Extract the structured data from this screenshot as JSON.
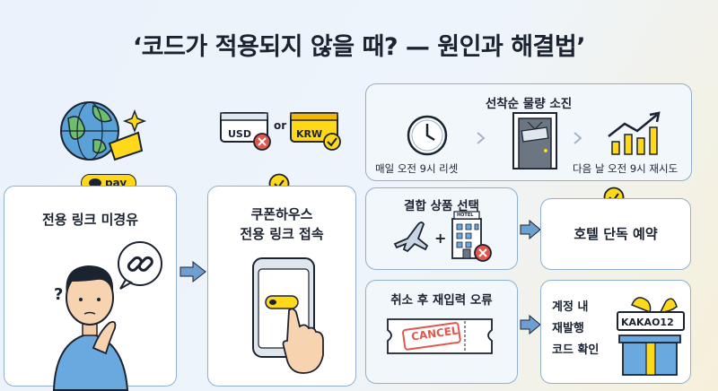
{
  "title": "‘코드가 적용되지 않을 때? — 원인과 해결법’",
  "left_panel": {
    "pay_label": "pay",
    "card_text": "전용 링크 미경유",
    "question_mark": "?"
  },
  "currency": {
    "usd": "USD",
    "or": "or",
    "krw": "KRW"
  },
  "middle_panel": {
    "line1": "쿠폰하우스",
    "line2": "전용 링크 접속"
  },
  "stock_box": {
    "title": "선착순 물량 소진",
    "left_caption": "매일 오전 9시 리셋",
    "right_caption": "다음 날 오전 9시 재시도"
  },
  "bundle_box": {
    "title": "결합 상품 선택",
    "hotel_sign": "HOTEL",
    "plus": "+"
  },
  "hotel_only": {
    "text": "호텔 단독 예약"
  },
  "cancel_box": {
    "title": "취소 후 재입력 오류",
    "stamp": "CANCEL"
  },
  "reissue": {
    "line1": "계정 내",
    "line2": "재발행",
    "line3": "코드 확인",
    "code": "KAKAO12"
  },
  "colors": {
    "accent_yellow": "#ffd81a",
    "card_border": "#8fb0cf",
    "arrow_blue": "#6f9fd0",
    "error_red": "#e2574c"
  }
}
